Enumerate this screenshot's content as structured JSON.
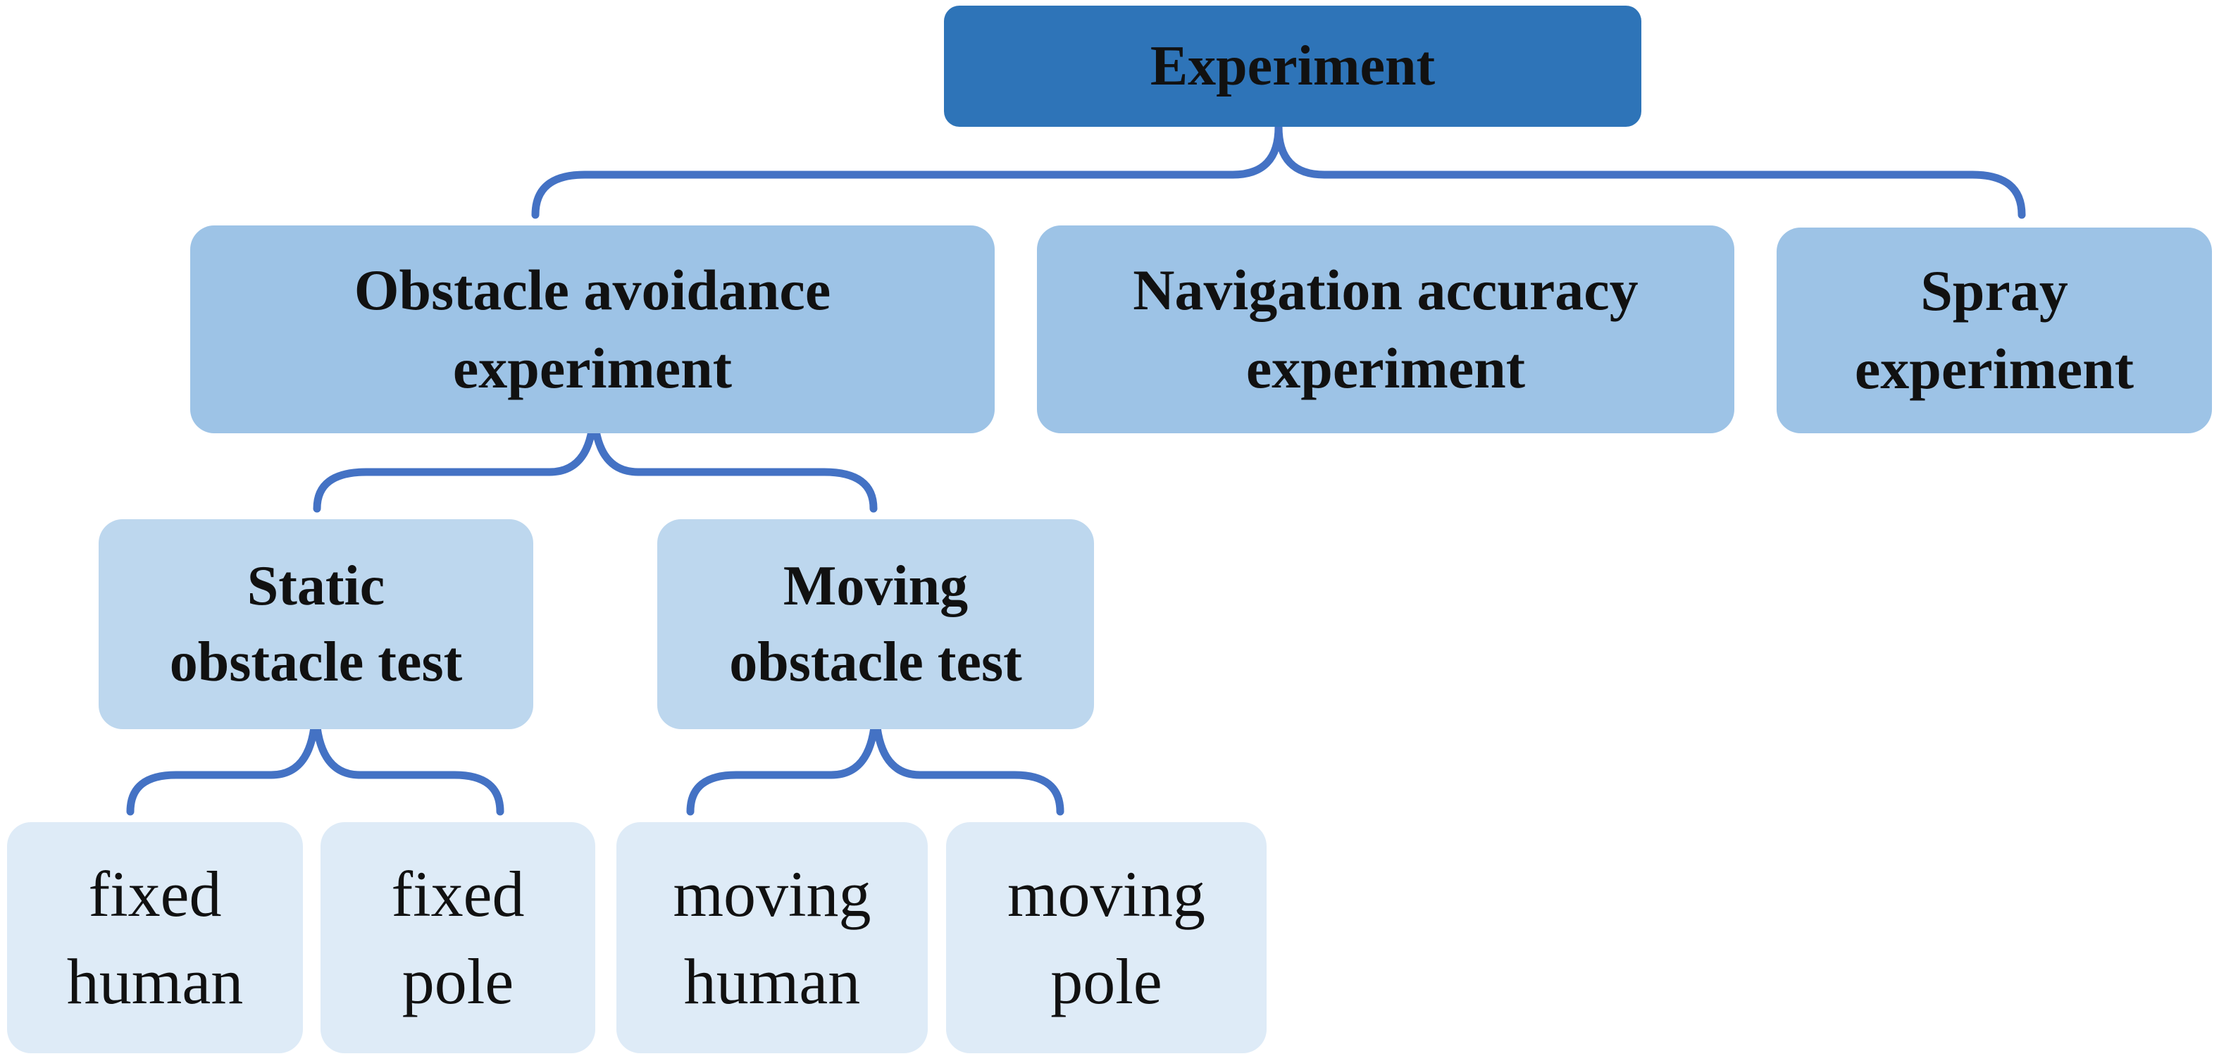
{
  "colors": {
    "root_fill": "#2e74b8",
    "level1_fill": "#9dc3e6",
    "level2_fill": "#bdd7ee",
    "level3_fill": "#deebf7",
    "connector": "#4472c4"
  },
  "root": {
    "label": "Experiment"
  },
  "level1": [
    {
      "label": "Obstacle avoidance\nexperiment"
    },
    {
      "label": "Navigation accuracy\nexperiment"
    },
    {
      "label": "Spray\nexperiment"
    }
  ],
  "level2": [
    {
      "label": "Static\nobstacle test"
    },
    {
      "label": "Moving\nobstacle test"
    }
  ],
  "level3": [
    {
      "label": "fixed\nhuman"
    },
    {
      "label": "fixed\npole"
    },
    {
      "label": "moving\nhuman"
    },
    {
      "label": "moving\npole"
    }
  ]
}
